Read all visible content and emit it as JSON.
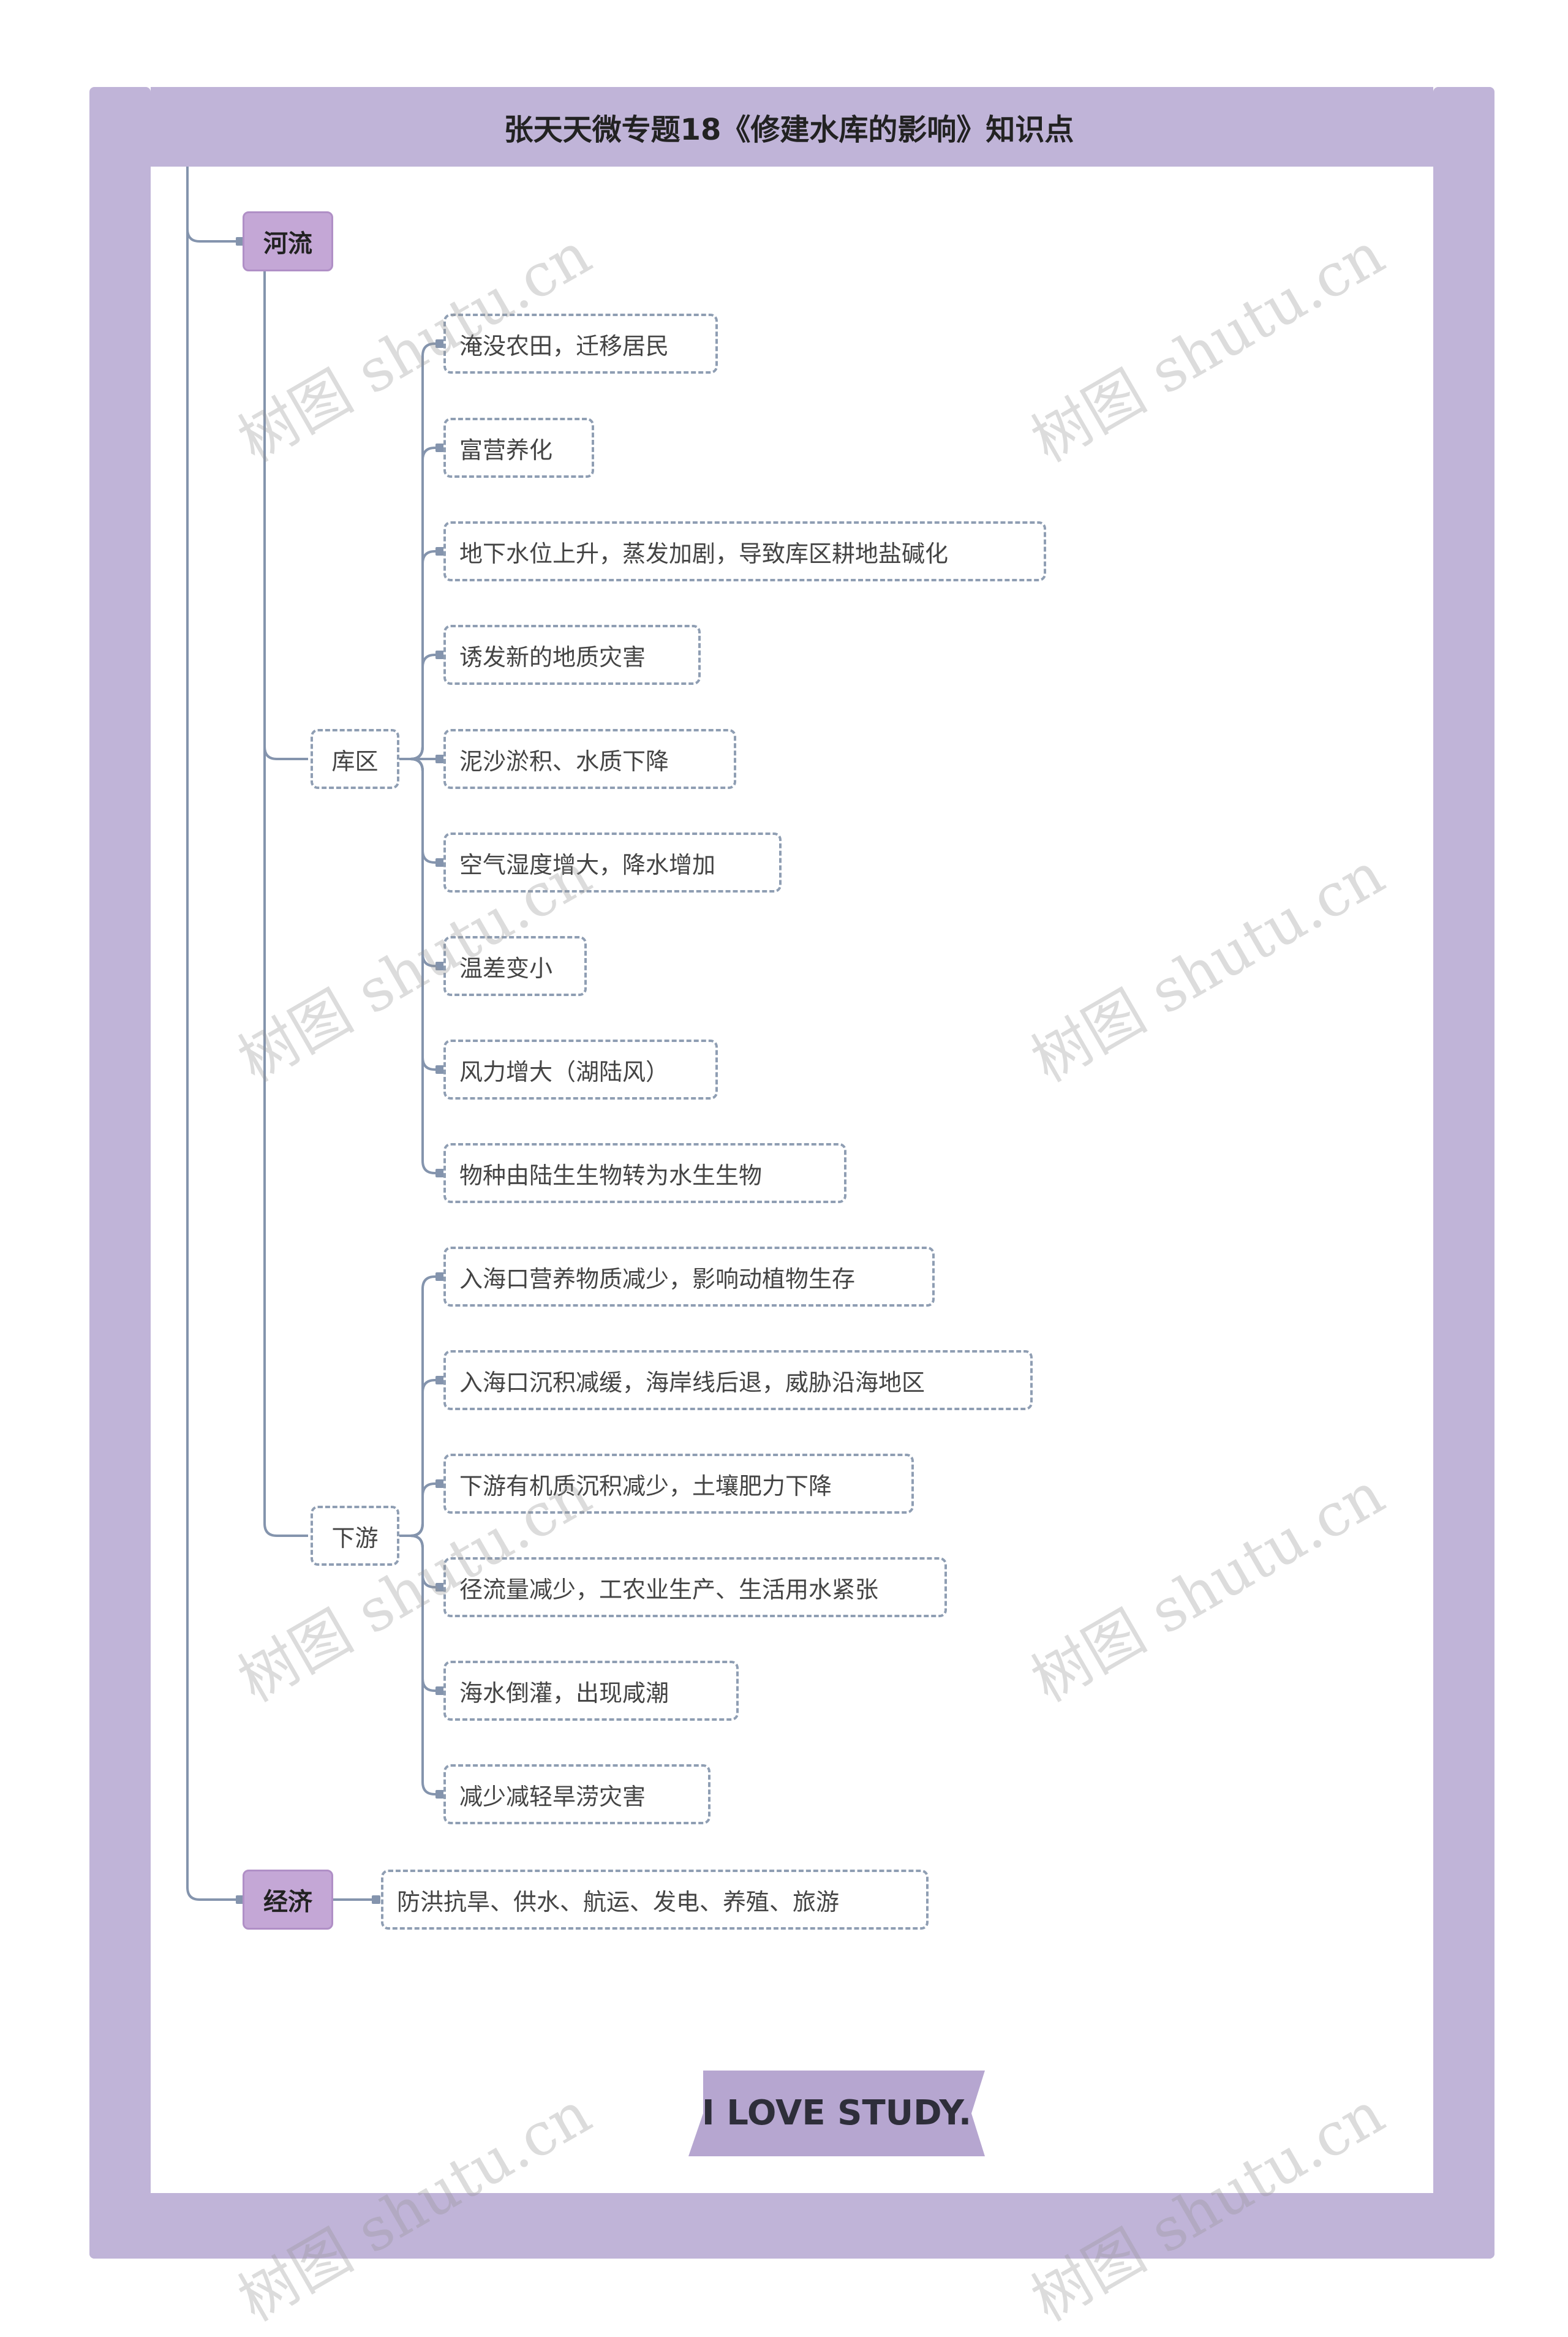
{
  "title": "张天天微专题18《修建水库的影响》知识点",
  "categories": {
    "river": "河流",
    "economy": "经济"
  },
  "branches": {
    "reservoir": {
      "label": "库区",
      "items": [
        "淹没农田，迁移居民",
        "富营养化",
        "地下水位上升，蒸发加剧，导致库区耕地盐碱化",
        "诱发新的地质灾害",
        "泥沙淤积、水质下降",
        "空气湿度增大，降水增加",
        "温差变小",
        "风力增大（湖陆风）",
        "物种由陆生生物转为水生生物"
      ]
    },
    "downstream": {
      "label": "下游",
      "items": [
        "入海口营养物质减少，影响动植物生存",
        "入海口沉积减缓，海岸线后退，威胁沿海地区",
        "下游有机质沉积减少，土壤肥力下降",
        "径流量减少，工农业生产、生活用水紧张",
        "海水倒灌，出现咸潮",
        "减少减轻旱涝灾害"
      ]
    }
  },
  "economy_item": "防洪抗旱、供水、航运、发电、养殖、旅游",
  "badge_text": "I LOVE STUDY.",
  "watermark": "树图 shutu.cn",
  "colors": {
    "frame": "#c0b4d8",
    "category_fill": "#c4a7d6",
    "connector": "#8494ad",
    "box_border": "#8f9eb3"
  }
}
